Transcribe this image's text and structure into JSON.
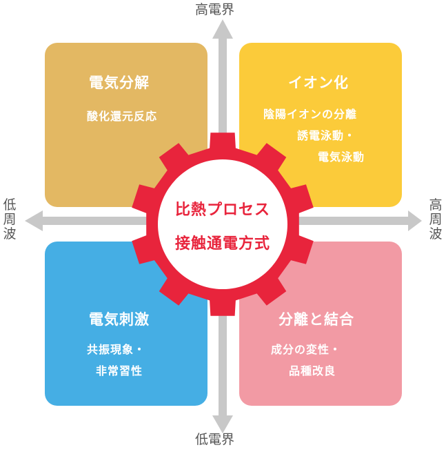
{
  "axes": {
    "top": "高電界",
    "bottom": "低電界",
    "left": [
      "低",
      "周",
      "波"
    ],
    "right": [
      "高",
      "周",
      "波"
    ]
  },
  "quadrants": {
    "top_left": {
      "title": "電気分解",
      "lines": [
        "酸化還元反応"
      ],
      "color": "#e3b863"
    },
    "top_right": {
      "title": "イオン化",
      "lines": [
        "陰陽イオンの分離",
        "誘電泳動・",
        "電気泳動"
      ],
      "color": "#fbcb3a"
    },
    "bottom_left": {
      "title": "電気刺激",
      "lines": [
        "共振現象・",
        "非常習性"
      ],
      "color": "#45aee4"
    },
    "bottom_right": {
      "title": "分離と結合",
      "lines": [
        "成分の変性・",
        "品種改良"
      ],
      "color": "#f29aa4"
    }
  },
  "center": {
    "lines": [
      "比熱プロセス",
      "接触通電方式"
    ],
    "gear_color": "#e8243c"
  },
  "arrow_color": "#c8c8c8"
}
